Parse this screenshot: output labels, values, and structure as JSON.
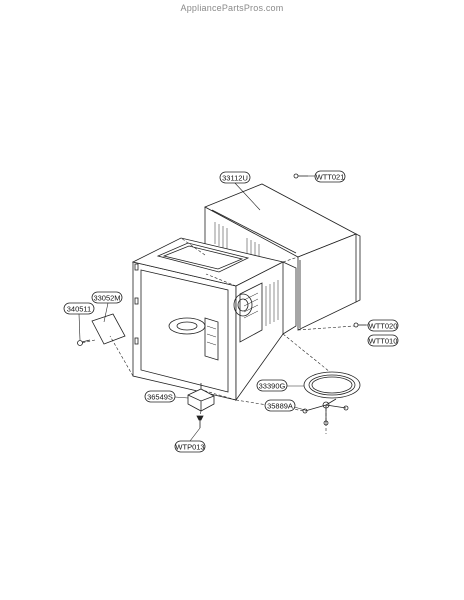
{
  "watermark": "AppliancePartsPros.com",
  "callouts": [
    {
      "id": "33112U",
      "label": "33112U"
    },
    {
      "id": "WTT021",
      "label": "WTT021"
    },
    {
      "id": "33052M",
      "label": "33052M"
    },
    {
      "id": "340511",
      "label": "340511"
    },
    {
      "id": "WTT020",
      "label": "WTT020"
    },
    {
      "id": "WTT010",
      "label": "WTT010"
    },
    {
      "id": "33390G",
      "label": "33390G"
    },
    {
      "id": "35889A",
      "label": "35889A"
    },
    {
      "id": "36549S",
      "label": "36549S"
    },
    {
      "id": "WTP013",
      "label": "WTP013"
    }
  ]
}
